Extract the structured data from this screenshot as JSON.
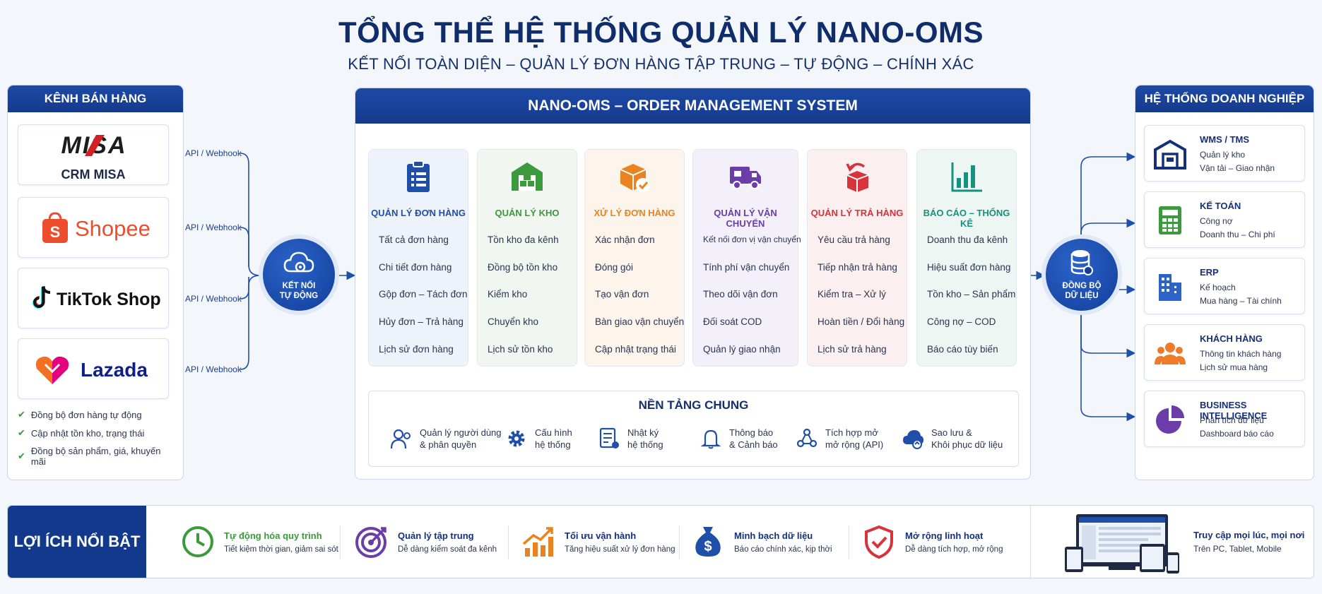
{
  "header": {
    "title": "TỔNG THỂ HỆ THỐNG QUẢN LÝ NANO-OMS",
    "subtitle": "KẾT NỐI TOÀN DIỆN – QUẢN LÝ ĐƠN HÀNG TẬP TRUNG – TỰ ĐỘNG – CHÍNH XÁC"
  },
  "left": {
    "title": "KÊNH BÁN HÀNG",
    "channels": [
      {
        "logo": "MISA",
        "name": "CRM MISA",
        "api": "API / Webhook"
      },
      {
        "logo": "Shopee",
        "api": "API / Webhook"
      },
      {
        "logo": "TikTok Shop",
        "api": "API / Webhook"
      },
      {
        "logo": "Lazada",
        "api": "API / Webhook"
      }
    ],
    "checks": [
      "Đồng bộ đơn hàng tự động",
      "Cập nhật tồn kho, trạng thái",
      "Đồng bộ sản phẩm, giá, khuyến mãi"
    ]
  },
  "connect": {
    "line1": "KẾT NỐI",
    "line2": "TỰ ĐỘNG"
  },
  "sync": {
    "line1": "ĐỒNG BỘ",
    "line2": "DỮ LIỆU"
  },
  "center": {
    "title": "NANO-OMS – ORDER MANAGEMENT SYSTEM",
    "modules": [
      {
        "title": "QUẢN LÝ ĐƠN HÀNG",
        "color": "#1f4fa8",
        "bg": "#eef3fb",
        "icon": "clipboard-icon",
        "items": [
          "Tất cả đơn hàng",
          "Chi tiết đơn hàng",
          "Gộp đơn – Tách đơn",
          "Hủy đơn – Trả hàng",
          "Lịch sử đơn hàng"
        ]
      },
      {
        "title": "QUẢN LÝ KHO",
        "color": "#3b9a3c",
        "bg": "#f1f6f1",
        "icon": "warehouse-icon",
        "items": [
          "Tồn kho đa kênh",
          "Đồng bộ tồn kho",
          "Kiểm kho",
          "Chuyển kho",
          "Lịch sử tồn kho"
        ]
      },
      {
        "title": "XỬ LÝ ĐƠN HÀNG",
        "color": "#e8831f",
        "bg": "#fdf4ec",
        "icon": "box-check-icon",
        "items": [
          "Xác nhận đơn",
          "Đóng gói",
          "Tạo vận đơn",
          "Bàn giao vận chuyển",
          "Cập nhật trạng thái"
        ]
      },
      {
        "title": "QUẢN LÝ VẬN CHUYỂN",
        "color": "#6a3da8",
        "bg": "#f3f0f9",
        "icon": "truck-icon",
        "items": [
          "Kết nối đơn vị vận chuyển",
          "Tính phí vận chuyển",
          "Theo dõi vận đơn",
          "Đối soát COD",
          "Quản lý giao nhận"
        ]
      },
      {
        "title": "QUẢN LÝ TRẢ HÀNG",
        "color": "#d8323b",
        "bg": "#fcefef",
        "icon": "return-box-icon",
        "items": [
          "Yêu cầu trả hàng",
          "Tiếp nhận trả hàng",
          "Kiểm tra – Xử lý",
          "Hoàn tiền / Đổi hàng",
          "Lịch sử trả hàng"
        ]
      },
      {
        "title": "BÁO CÁO – THỐNG KÊ",
        "color": "#14917f",
        "bg": "#eef6f4",
        "icon": "bar-chart-icon",
        "items": [
          "Doanh thu đa kênh",
          "Hiệu suất đơn hàng",
          "Tồn kho – Sản phẩm",
          "Công nợ – COD",
          "Báo cáo tùy biến"
        ]
      }
    ],
    "common": {
      "title": "NỀN TẢNG CHUNG",
      "items": [
        {
          "l1": "Quản lý người dùng",
          "l2": "& phân quyền",
          "icon": "users-icon"
        },
        {
          "l1": "Cấu hình",
          "l2": "hệ thống",
          "icon": "gear-icon"
        },
        {
          "l1": "Nhật ký",
          "l2": "hệ thống",
          "icon": "log-icon"
        },
        {
          "l1": "Thông báo",
          "l2": "& Cảnh báo",
          "icon": "bell-icon"
        },
        {
          "l1": "Tích hợp mở",
          "l2": "mở rộng (API)",
          "icon": "integration-icon"
        },
        {
          "l1": "Sao lưu &",
          "l2": "Khôi phục dữ liệu",
          "icon": "cloud-backup-icon"
        }
      ]
    }
  },
  "right": {
    "title": "HỆ THỐNG DOANH NGHIỆP",
    "systems": [
      {
        "title": "WMS / TMS",
        "l1": "Quản lý kho",
        "l2": "Vận tải – Giao nhận",
        "icon": "warehouse-outline-icon"
      },
      {
        "title": "KẾ TOÁN",
        "l1": "Công nợ",
        "l2": "Doanh thu – Chi phí",
        "icon": "calculator-icon"
      },
      {
        "title": "ERP",
        "l1": "Kế hoạch",
        "l2": "Mua hàng – Tài chính",
        "icon": "buildings-icon"
      },
      {
        "title": "KHÁCH HÀNG",
        "l1": "Thông tin khách hàng",
        "l2": "Lịch sử mua hàng",
        "icon": "customers-icon"
      },
      {
        "title": "BUSINESS INTELLIGENCE",
        "l1": "Phân tích dữ liệu",
        "l2": "Dashboard báo cáo",
        "icon": "pie-chart-icon"
      }
    ]
  },
  "benefits": {
    "title": "LỢI ÍCH NỔI BẬT",
    "items": [
      {
        "title": "Tự động hóa quy trình",
        "desc": "Tiết kiệm thời gian, giảm sai sót",
        "color": "#3b9a3c",
        "icon": "clock-icon"
      },
      {
        "title": "Quản lý tập trung",
        "desc": "Dễ dàng kiểm soát đa kênh",
        "color": "#14307a",
        "icon": "target-icon"
      },
      {
        "title": "Tối ưu vận hành",
        "desc": "Tăng hiệu suất xử lý đơn hàng",
        "color": "#14307a",
        "icon": "growth-chart-icon"
      },
      {
        "title": "Minh bạch dữ liệu",
        "desc": "Báo cáo chính xác, kịp thời",
        "color": "#14307a",
        "icon": "money-bag-icon"
      },
      {
        "title": "Mở rộng linh hoạt",
        "desc": "Dễ dàng tích hợp, mở rộng",
        "color": "#14307a",
        "icon": "shield-check-icon"
      }
    ],
    "access": {
      "title": "Truy cập mọi lúc, mọi nơi",
      "desc": "Trên PC, Tablet, Mobile",
      "icon": "devices-icon"
    }
  }
}
